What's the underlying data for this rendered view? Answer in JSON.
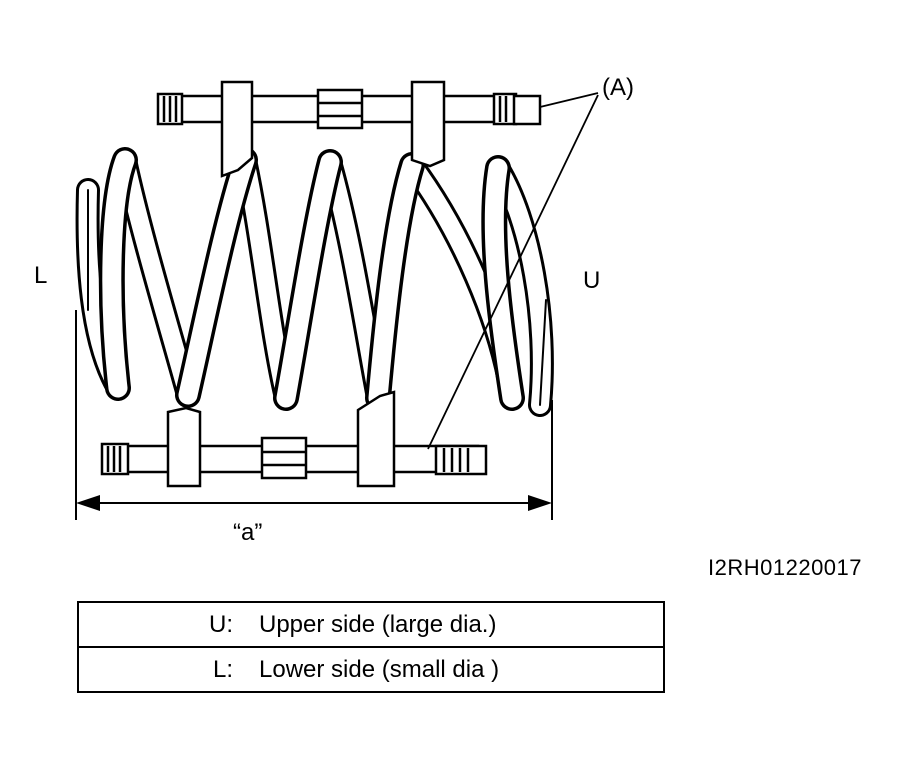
{
  "labels": {
    "lower_side": "L",
    "upper_side": "U",
    "part_a": "(A)",
    "dimension": "“a”"
  },
  "figure_code": "I2RH01220017",
  "legend": [
    {
      "key": "U:",
      "desc": "Upper side (large dia.)"
    },
    {
      "key": "L:",
      "desc": "Lower side (small dia )"
    }
  ]
}
